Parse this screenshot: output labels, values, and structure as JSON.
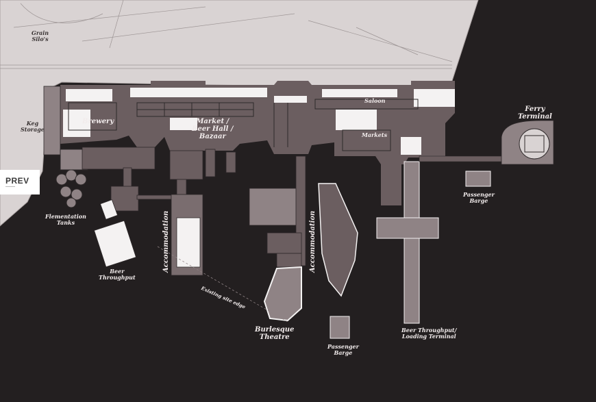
{
  "nav": {
    "prev_label": "PREV"
  },
  "labels": {
    "grain_silos": "Grain\nSilo's",
    "keg_storage": "Keg\nStorage",
    "brewery": "Brewery",
    "market_beer_hall": "Market /\nBeer Hall /\nBazaar",
    "saloon": "Saloon",
    "markets": "Markets",
    "ferry_terminal": "Ferry\nTerminal",
    "passenger_barge_right": "Passenger\nBarge",
    "fermentation_tanks": "Flementation\nTanks",
    "beer_throughput": "Beer\nThroughput",
    "accommodation_left": "Accommodation",
    "existing_site_edge": "Existing site edge",
    "accommodation_center": "Accommodation",
    "burlesque_theatre": "Burlesque\nTheatre",
    "passenger_barge_bottom": "Passenger\nBarge",
    "beer_loading_terminal": "Beer Throughput/\nLoading Terminal"
  },
  "colors": {
    "water": "#231f20",
    "land": "#d9d3d3",
    "building": "#6b5e60",
    "building_light": "#8f8385",
    "void": "#f4f2f2",
    "label": "#f2ecec"
  }
}
